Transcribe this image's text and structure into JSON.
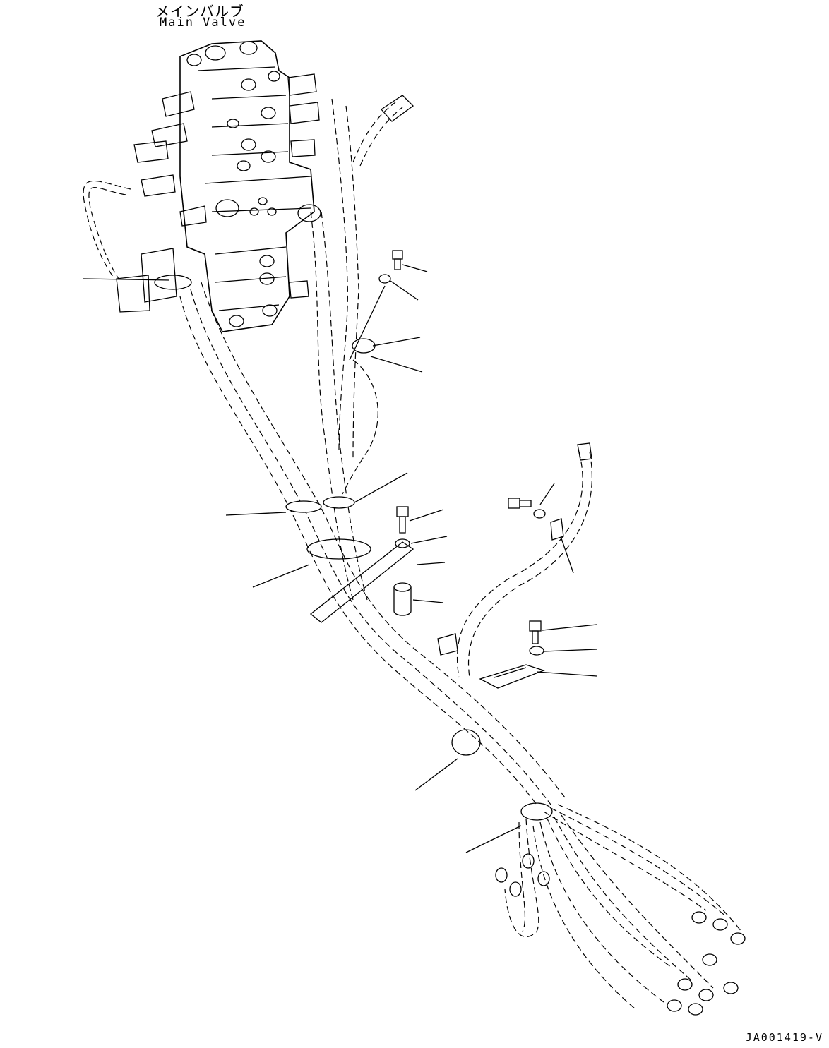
{
  "labels": {
    "title_jp": "メインバルブ",
    "title_en": "Main Valve",
    "drawing_id": "JA001419-V"
  }
}
